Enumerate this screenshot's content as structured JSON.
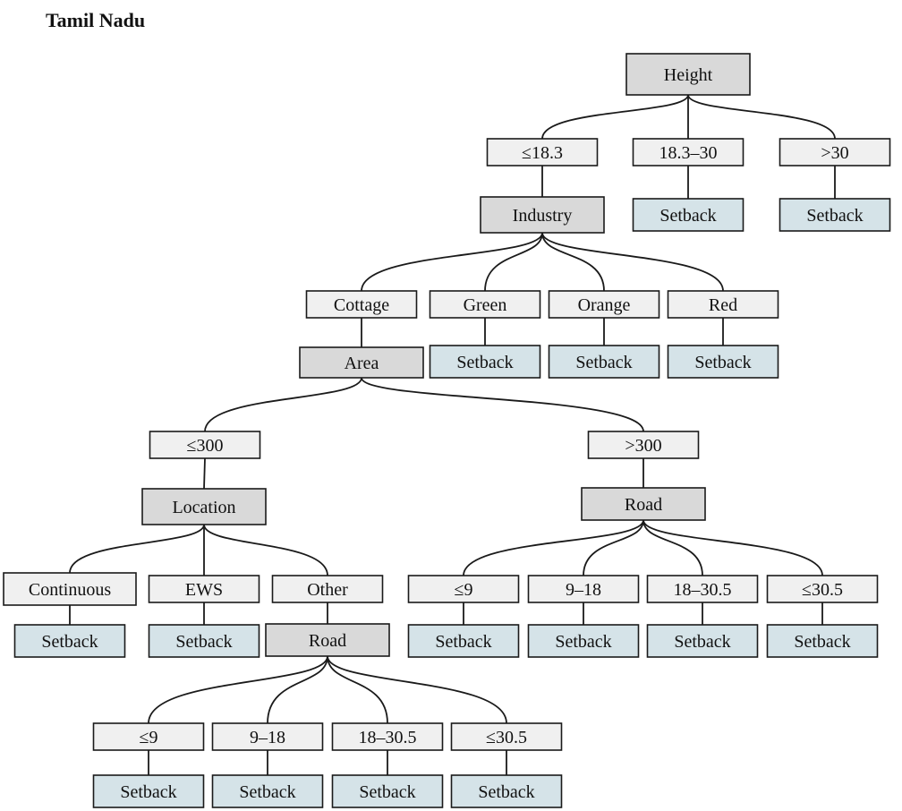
{
  "title": "Tamil Nadu",
  "tree": {
    "label": "Height",
    "kind": "attr",
    "children": [
      {
        "label": "≤18.3",
        "kind": "val",
        "children": [
          {
            "label": "Industry",
            "kind": "attr",
            "children": [
              {
                "label": "Cottage",
                "kind": "val",
                "children": [
                  {
                    "label": "Area",
                    "kind": "attr",
                    "children": [
                      {
                        "label": "≤300",
                        "kind": "val",
                        "children": [
                          {
                            "label": "Location",
                            "kind": "attr",
                            "children": [
                              {
                                "label": "Continuous",
                                "kind": "val",
                                "children": [
                                  {
                                    "label": "Setback",
                                    "kind": "leaf"
                                  }
                                ]
                              },
                              {
                                "label": "EWS",
                                "kind": "val",
                                "children": [
                                  {
                                    "label": "Setback",
                                    "kind": "leaf"
                                  }
                                ]
                              },
                              {
                                "label": "Other",
                                "kind": "val",
                                "children": [
                                  {
                                    "label": "Road",
                                    "kind": "attr",
                                    "children": [
                                      {
                                        "label": "≤9",
                                        "kind": "val",
                                        "children": [
                                          {
                                            "label": "Setback",
                                            "kind": "leaf"
                                          }
                                        ]
                                      },
                                      {
                                        "label": "9–18",
                                        "kind": "val",
                                        "children": [
                                          {
                                            "label": "Setback",
                                            "kind": "leaf"
                                          }
                                        ]
                                      },
                                      {
                                        "label": "18–30.5",
                                        "kind": "val",
                                        "children": [
                                          {
                                            "label": "Setback",
                                            "kind": "leaf"
                                          }
                                        ]
                                      },
                                      {
                                        "label": "≤30.5",
                                        "kind": "val",
                                        "children": [
                                          {
                                            "label": "Setback",
                                            "kind": "leaf"
                                          }
                                        ]
                                      }
                                    ]
                                  }
                                ]
                              }
                            ]
                          }
                        ]
                      },
                      {
                        "label": ">300",
                        "kind": "val",
                        "children": [
                          {
                            "label": "Road",
                            "kind": "attr",
                            "children": [
                              {
                                "label": "≤9",
                                "kind": "val",
                                "children": [
                                  {
                                    "label": "Setback",
                                    "kind": "leaf"
                                  }
                                ]
                              },
                              {
                                "label": "9–18",
                                "kind": "val",
                                "children": [
                                  {
                                    "label": "Setback",
                                    "kind": "leaf"
                                  }
                                ]
                              },
                              {
                                "label": "18–30.5",
                                "kind": "val",
                                "children": [
                                  {
                                    "label": "Setback",
                                    "kind": "leaf"
                                  }
                                ]
                              },
                              {
                                "label": "≤30.5",
                                "kind": "val",
                                "children": [
                                  {
                                    "label": "Setback",
                                    "kind": "leaf"
                                  }
                                ]
                              }
                            ]
                          }
                        ]
                      }
                    ]
                  }
                ]
              },
              {
                "label": "Green",
                "kind": "val",
                "children": [
                  {
                    "label": "Setback",
                    "kind": "leaf"
                  }
                ]
              },
              {
                "label": "Orange",
                "kind": "val",
                "children": [
                  {
                    "label": "Setback",
                    "kind": "leaf"
                  }
                ]
              },
              {
                "label": "Red",
                "kind": "val",
                "children": [
                  {
                    "label": "Setback",
                    "kind": "leaf"
                  }
                ]
              }
            ]
          }
        ]
      },
      {
        "label": "18.3–30",
        "kind": "val",
        "children": [
          {
            "label": "Setback",
            "kind": "leaf"
          }
        ]
      },
      {
        "label": ">30",
        "kind": "val",
        "children": [
          {
            "label": "Setback",
            "kind": "leaf"
          }
        ]
      }
    ]
  }
}
